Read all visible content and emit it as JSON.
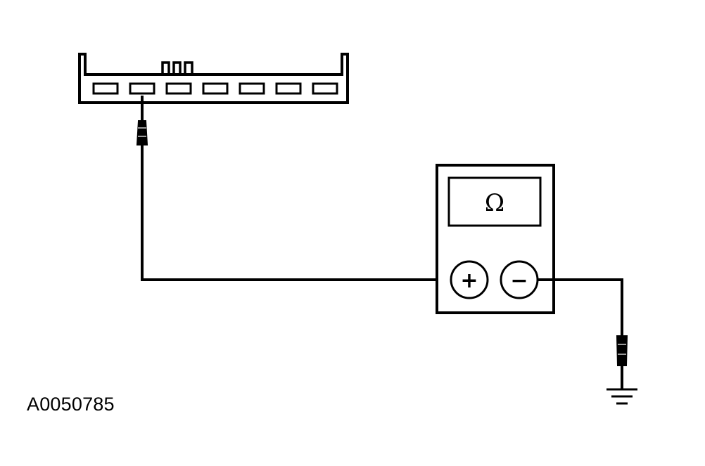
{
  "diagram": {
    "figure_id": "A0050785",
    "meter_display_symbol": "Ω",
    "positive_terminal_symbol": "+",
    "negative_terminal_symbol": "−",
    "connector_pin_count": 7,
    "probed_pin_index": 2,
    "line_color": "#000000",
    "background_color": "#ffffff"
  }
}
